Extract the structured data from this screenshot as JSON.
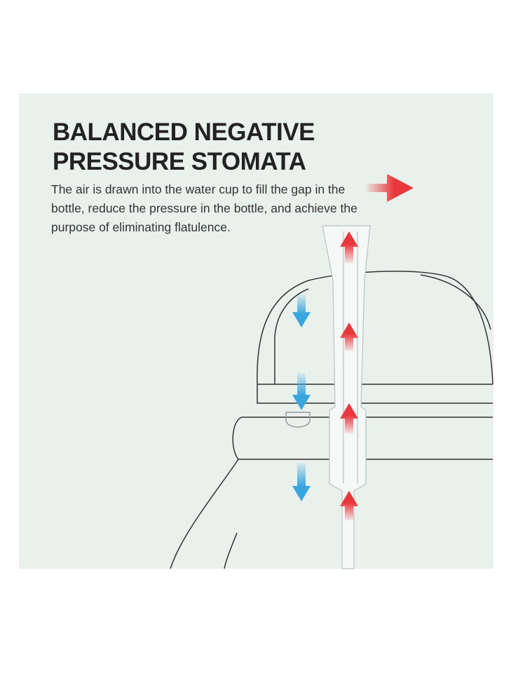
{
  "heading": {
    "line1": "BALANCED NEGATIVE",
    "line2": "PRESSURE STOMATA"
  },
  "description": "The air is drawn into the water cup to fill the gap in the bottle, reduce the pressure in the bottle, and achieve the purpose of eliminating flatulence.",
  "colors": {
    "background": "#e9f1ec",
    "air_out_arrow": "#e8383d",
    "water_down_arrow": "#3aa6e0",
    "text": "#222222"
  },
  "icons": [
    "arrow-up-icon",
    "arrow-down-icon",
    "arrow-right-icon"
  ]
}
